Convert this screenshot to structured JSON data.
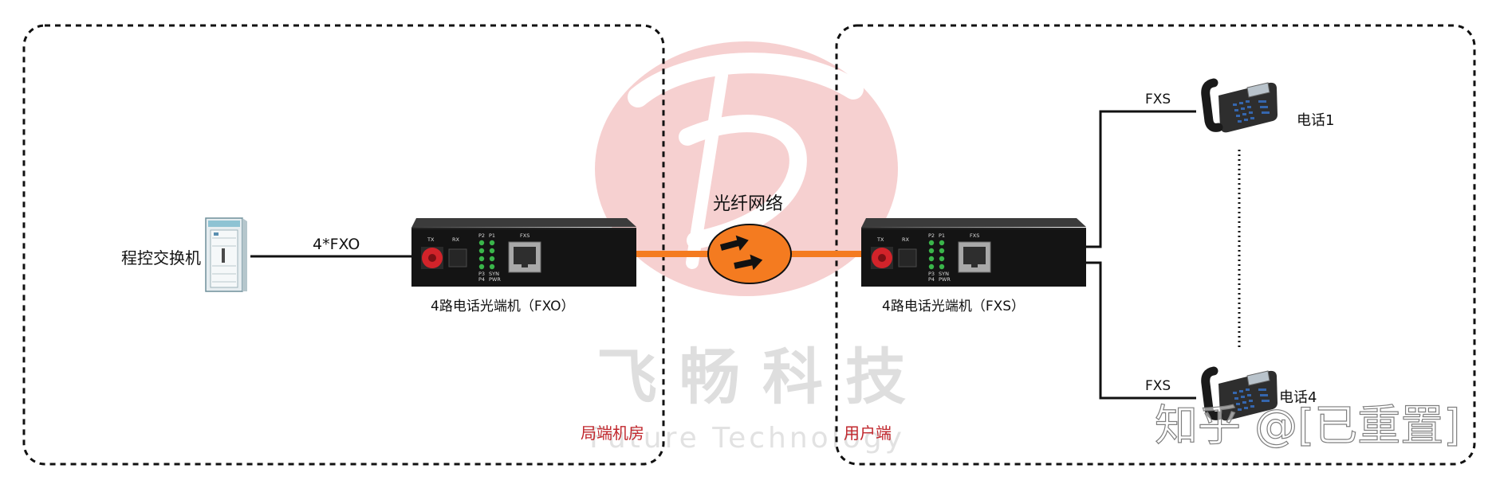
{
  "diagram": {
    "regions": {
      "central_office": {
        "label": "局端机房"
      },
      "user_side": {
        "label": "用户端"
      }
    },
    "pbx": {
      "label": "程控交换机",
      "icon": "pbx-cabinet-icon"
    },
    "pbx_link": {
      "label": "4*FXO"
    },
    "device_fxo": {
      "label": "4路电话光端机（FXO）",
      "icon": "fiber-optic-transceiver-icon",
      "panel": {
        "tx_label": "TX",
        "rx_label": "RX",
        "port_label": "FXS",
        "led_labels": [
          "P2",
          "P1",
          "P3",
          "SYN",
          "P4",
          "PWR"
        ]
      }
    },
    "fiber_network": {
      "label": "光纤网络",
      "icon": "fiber-network-globe-icon"
    },
    "device_fxs": {
      "label": "4路电话光端机（FXS）",
      "icon": "fiber-optic-transceiver-icon",
      "panel": {
        "tx_label": "TX",
        "rx_label": "RX",
        "port_label": "FXS",
        "led_labels": [
          "P2",
          "P1",
          "P3",
          "SYN",
          "P4",
          "PWR"
        ]
      }
    },
    "phones": [
      {
        "label": "电话1",
        "line_label": "FXS",
        "icon": "desk-phone-icon"
      },
      {
        "label": "电话4",
        "line_label": "FXS",
        "icon": "desk-phone-icon"
      }
    ]
  },
  "watermarks": {
    "company_cn": "飞畅科技",
    "company_en": "Future Technology",
    "zhihu": "知乎 @[已重置]",
    "logo_icon": "company-logo"
  },
  "colors": {
    "region_label": "#c1272d",
    "fiber": "#f47b20",
    "led": "#3ab54a",
    "fiber_connector": "#d2232a",
    "device_body": "#141414",
    "logo_watermark": "#f6d0d0"
  }
}
